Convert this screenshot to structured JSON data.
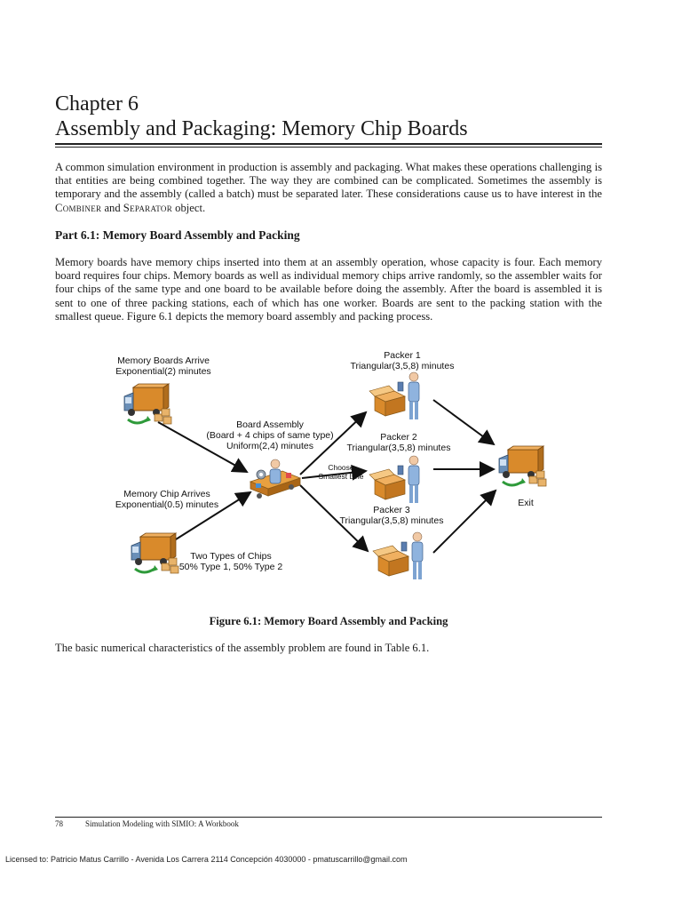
{
  "chapter": {
    "number_label": "Chapter 6",
    "title": "Assembly and Packaging: Memory Chip Boards"
  },
  "intro": {
    "text_before": "A common simulation environment in production is assembly and packaging.  What makes these operations challenging is that entities are being combined together.  The way they are combined can be complicated.  Sometimes the assembly is temporary and the assembly (called a batch) must be separated later.  These considerations cause us to have interest in the ",
    "combiner": "Combiner",
    "and": " and ",
    "separator": "Separator",
    "text_after": " object."
  },
  "part": {
    "heading": "Part 6.1: Memory Board Assembly and Packing",
    "paragraph": "Memory boards have memory chips inserted into them at an assembly operation, whose capacity is four.  Each memory board requires four chips.  Memory boards as well as individual memory chips arrive randomly, so the assembler waits for four chips of the same type and one board to be available before doing the assembly.  After the board is assembled it is sent to one of three packing stations, each of which has one worker.  Boards are sent to the packing station with the smallest queue.  Figure 6.1 depicts the memory board assembly and packing process."
  },
  "figure": {
    "boards_arrive": [
      "Memory Boards Arrive",
      "Exponential(2) minutes"
    ],
    "chip_arrives": [
      "Memory Chip Arrives",
      "Exponential(0.5) minutes"
    ],
    "chip_types": [
      "Two Types of Chips",
      "50% Type 1, 50% Type 2"
    ],
    "assembly": [
      "Board Assembly",
      "(Board + 4 chips of same type)",
      "Uniform(2,4) minutes"
    ],
    "choose": [
      "Choose",
      "Smallest Line"
    ],
    "packer1": [
      "Packer 1",
      "Triangular(3,5,8) minutes"
    ],
    "packer2": [
      "Packer 2",
      "Triangular(3,5,8) minutes"
    ],
    "packer3": [
      "Packer 3",
      "Triangular(3,5,8) minutes"
    ],
    "exit": "Exit",
    "caption": "Figure 6.1: Memory Board Assembly and Packing"
  },
  "closing": "The basic numerical characteristics of the assembly problem are found in Table 6.1.",
  "footer": {
    "page_number": "78",
    "book_title": "Simulation Modeling with SIMIO: A Workbook"
  },
  "license": "Licensed to: Patricio Matus Carrillo - Avenida Los Carrera 2114 Concepción 4030000 - pmatuscarrillo@gmail.com"
}
